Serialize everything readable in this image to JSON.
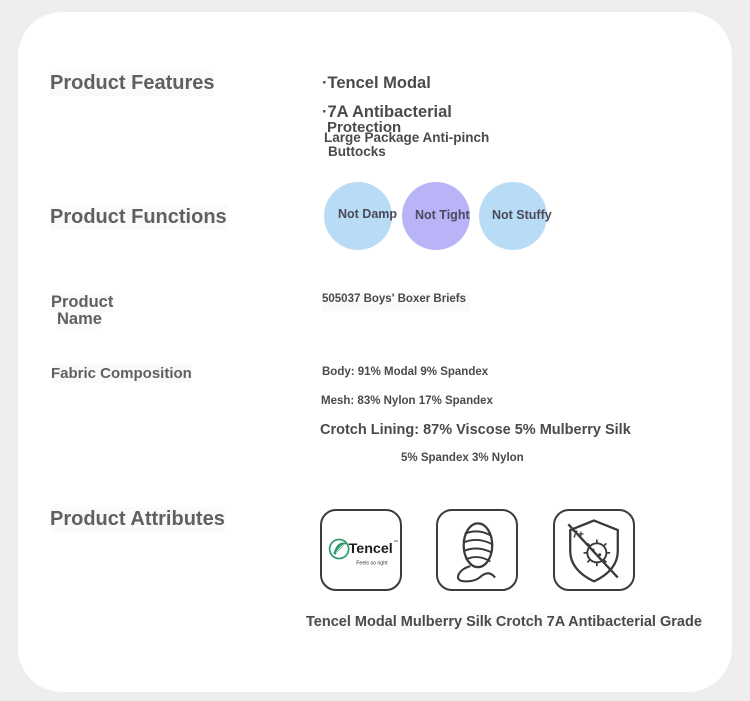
{
  "colors": {
    "circle_blue": "#b9dcf6",
    "circle_purple": "#b9b4f8",
    "label_gray": "#606060",
    "tencel_green": "#2f9a6c"
  },
  "features": {
    "label": "Product Features",
    "items": [
      "·Tencel Modal",
      "·7A Antibacterial",
      "Protection",
      "Large Package Anti-pinch",
      "Buttocks"
    ]
  },
  "functions": {
    "label": "Product Functions",
    "items": [
      "Not Damp",
      "Not Tight",
      "Not Stuffy"
    ]
  },
  "name": {
    "label_line1": "Product",
    "label_line2": "Name",
    "value": "505037 Boys' Boxer Briefs"
  },
  "fabric": {
    "label": "Fabric Composition",
    "body": "Body: 91% Modal 9% Spandex",
    "mesh": "Mesh: 83% Nylon 17% Spandex",
    "crotch": "Crotch Lining: 87% Viscose 5% Mulberry Silk",
    "crotch_cont": "5% Spandex 3% Nylon"
  },
  "attributes": {
    "label": "Product Attributes",
    "icons": [
      "tencel-logo-icon",
      "mulberry-silk-cocoon-icon",
      "antibacterial-shield-icon"
    ],
    "tencel_brand": "Tencel",
    "tencel_tm": "™",
    "tencel_tagline": "Feels so right",
    "shield_badge": "7+",
    "caption": "Tencel Modal Mulberry Silk Crotch 7A Antibacterial Grade"
  }
}
